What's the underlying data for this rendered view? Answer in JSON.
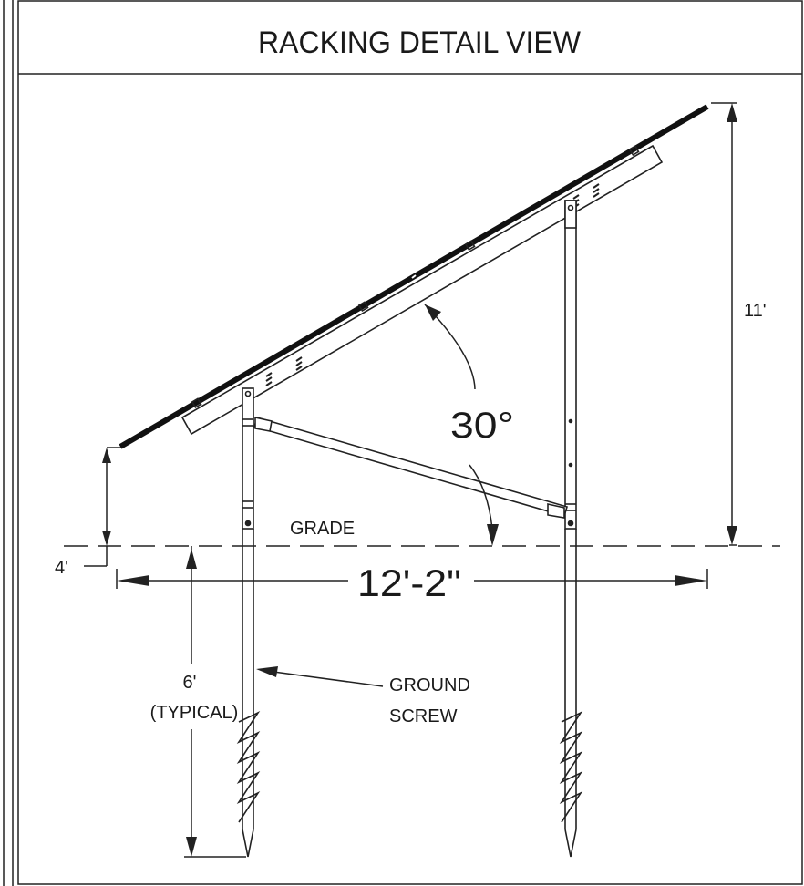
{
  "header": {
    "title": "RACKING DETAIL VIEW"
  },
  "labels": {
    "angle": "30°",
    "height": "11'",
    "grade": "GRADE",
    "front_height": "4'",
    "span": "12'-2\"",
    "depth_value": "6'",
    "depth_note": "(TYPICAL)",
    "ground_screw_line1": "GROUND",
    "ground_screw_line2": "SCREW"
  }
}
